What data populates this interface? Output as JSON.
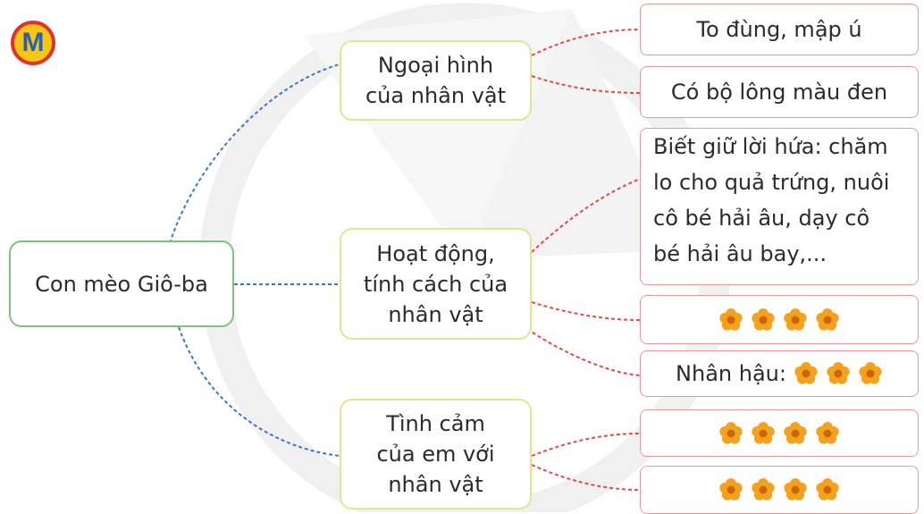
{
  "badge": {
    "label": "M"
  },
  "diagram": {
    "root": {
      "label": "Con mèo Giô-ba"
    },
    "branches": [
      {
        "label_lines": [
          "Ngoại hình",
          "của nhân vật"
        ],
        "leaves": [
          {
            "text": "To đùng, mập ú"
          },
          {
            "text": "Có bộ lông màu đen"
          }
        ]
      },
      {
        "label_lines": [
          "Hoạt động,",
          "tính cách của",
          "nhân vật"
        ],
        "leaves": [
          {
            "lines": [
              "Biết giữ lời hứa: chăm",
              "lo cho quả trứng, nuôi",
              "cô bé hải âu, dạy cô",
              "bé hải âu bay,..."
            ]
          },
          {
            "stars": 4
          },
          {
            "text": "Nhân hậu:",
            "stars": 3
          }
        ]
      },
      {
        "label_lines": [
          "Tình cảm",
          "của em với",
          "nhân vật"
        ],
        "leaves": [
          {
            "stars": 4
          },
          {
            "stars": 4
          }
        ]
      }
    ]
  },
  "colors": {
    "left_connector": "#3b78c8",
    "right_connector": "#e24a4a",
    "root_border": "#7cc47a",
    "branch_border": "#e3e591",
    "leaf_border": "#e59aa0",
    "flower": "#f4a21d",
    "badge_fill": "#f6c613",
    "badge_ring": "#e2312b",
    "badge_text": "#2b5fb5"
  }
}
